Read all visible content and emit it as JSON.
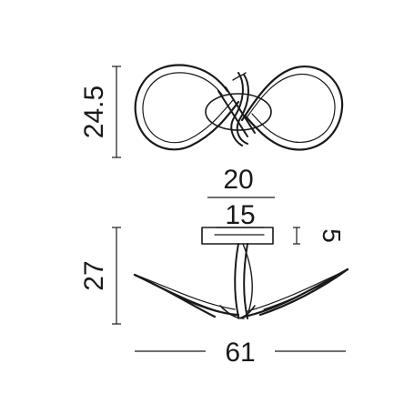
{
  "top_view": {
    "height_label": "24.5"
  },
  "canopy": {
    "width_outer_label": "20",
    "width_inner_label": "15",
    "thickness_label": "5"
  },
  "side_view": {
    "height_label": "27",
    "width_label": "61"
  },
  "colors": {
    "line": "#1a1a1a",
    "background": "#ffffff"
  }
}
